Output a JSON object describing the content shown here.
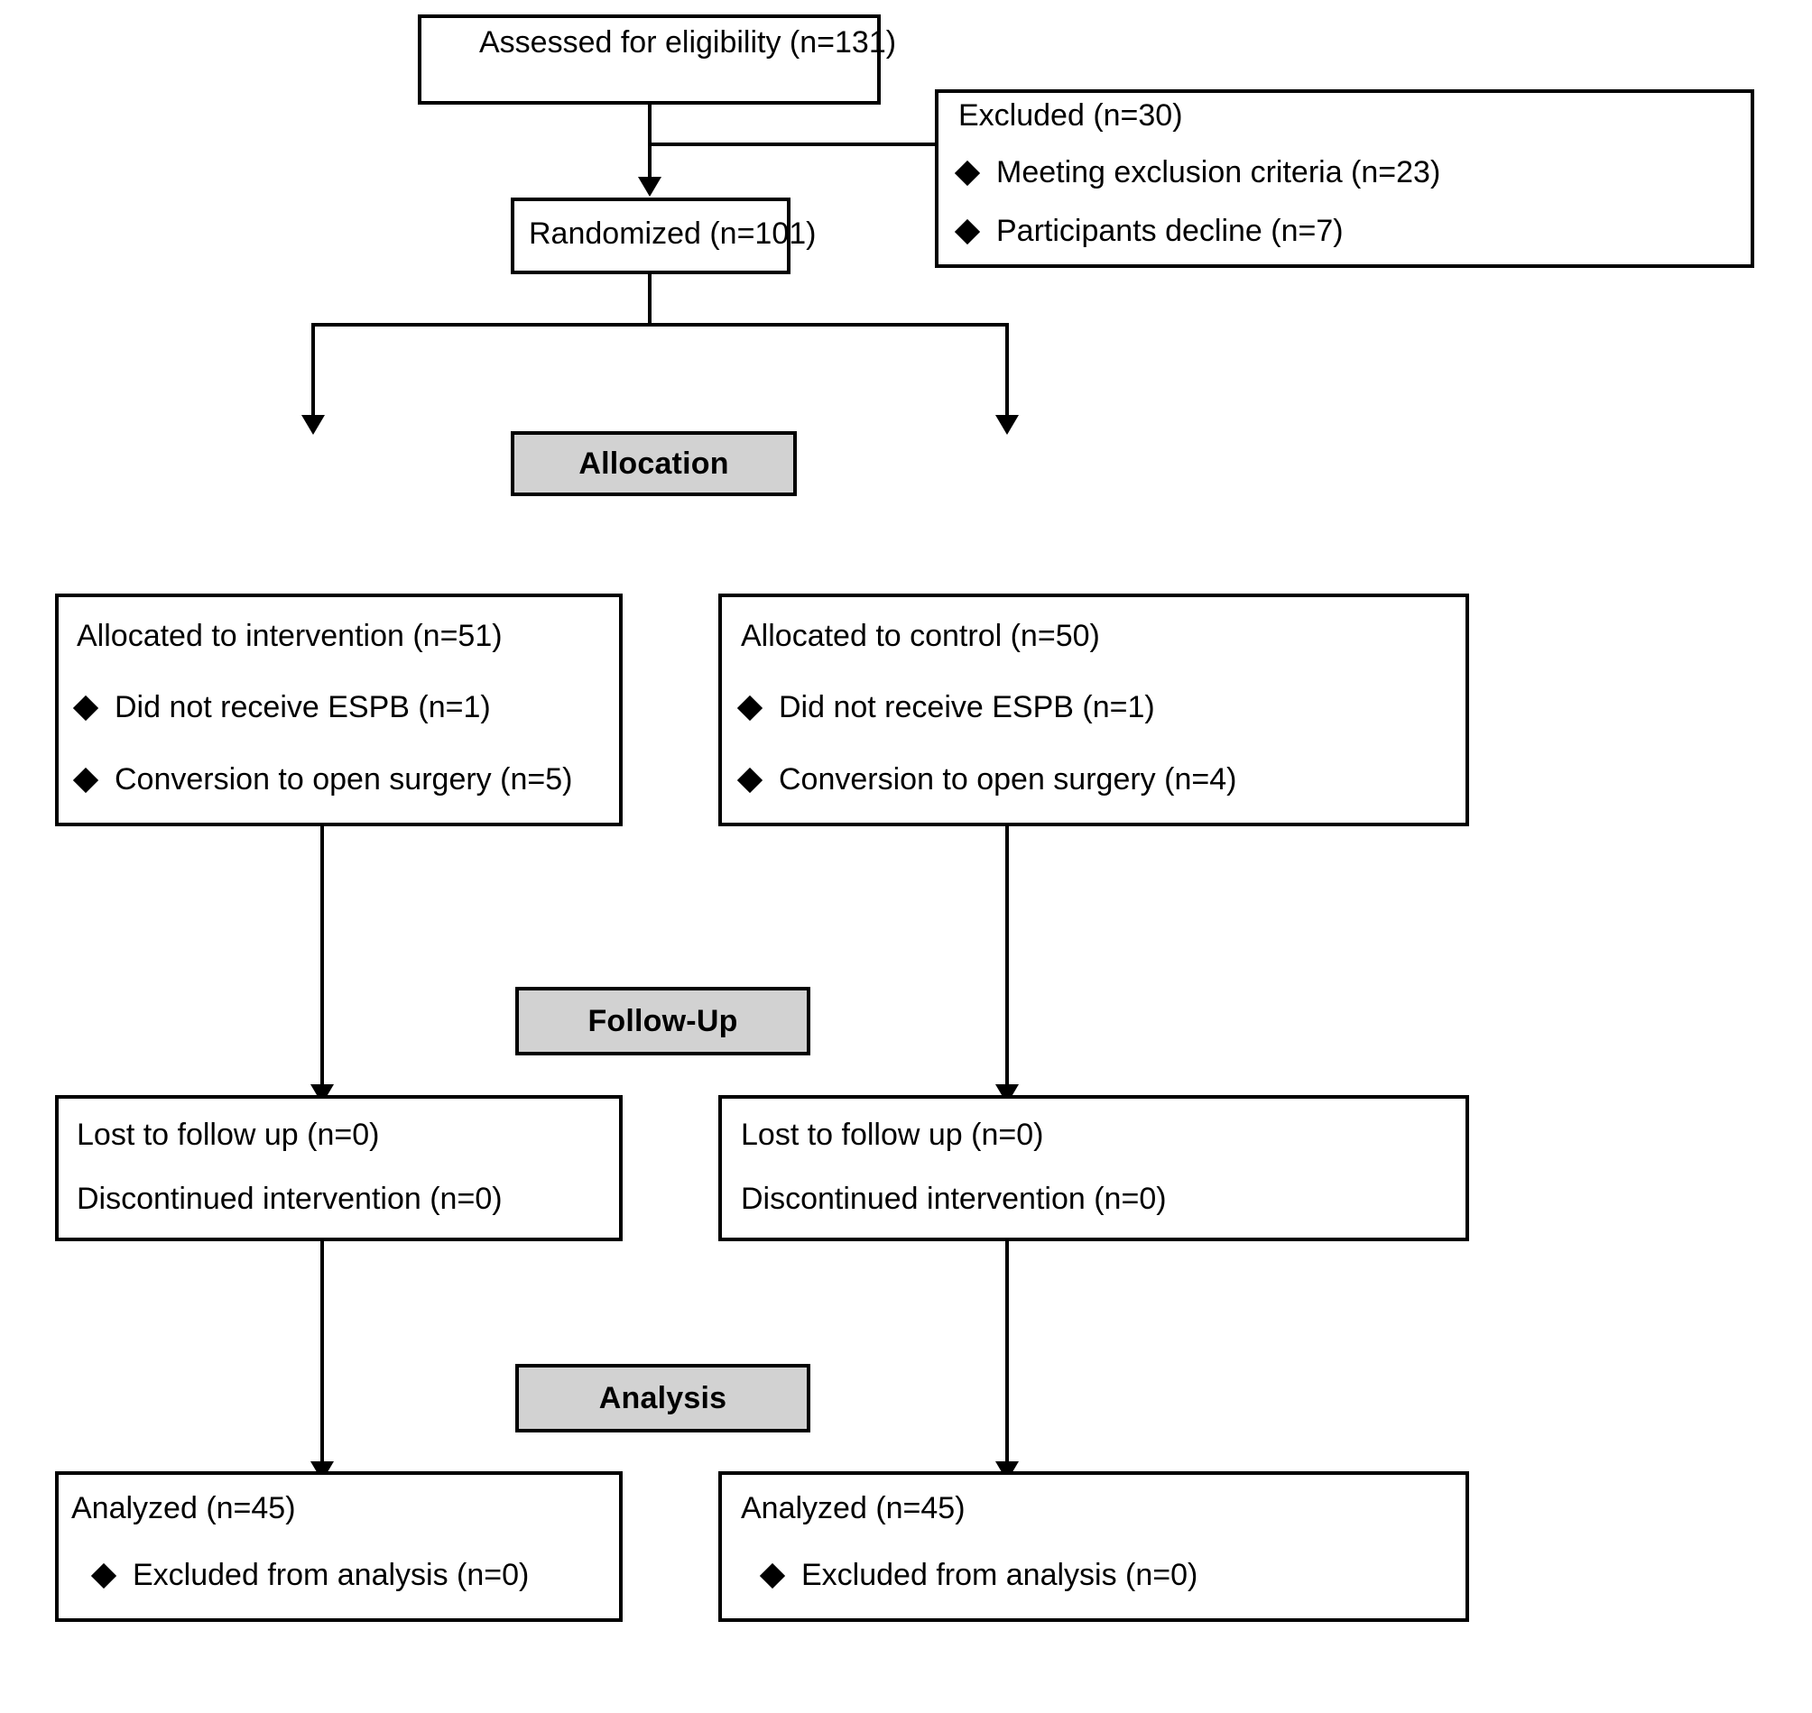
{
  "diagram": {
    "type": "consort-flow-diagram",
    "title": "CONSORT participant flow",
    "colors": {
      "stroke": "#000000",
      "background": "#ffffff",
      "band_fill": "#d2d2d2"
    },
    "nodes": {
      "assessed": {
        "label": "Assessed for eligibility (n=131)",
        "n": 131
      },
      "excluded": {
        "label": "Excluded (n=30)",
        "n": 30,
        "reasons": [
          {
            "label": "Meeting exclusion criteria (n=23)",
            "n": 23
          },
          {
            "label": "Participants decline (n=7)",
            "n": 7
          }
        ]
      },
      "randomized": {
        "label": "Randomized (n=101)",
        "n": 101
      },
      "allocation_band": {
        "label": "Allocation"
      },
      "followup_band": {
        "label": "Follow-Up"
      },
      "analysis_band": {
        "label": "Analysis"
      },
      "alloc_left": {
        "label": "Allocated to intervention (n=51)",
        "n": 51,
        "items": [
          {
            "label": "Did not receive ESPB (n=1)",
            "n": 1
          },
          {
            "label": "Conversion to open surgery (n=5)",
            "n": 5
          }
        ]
      },
      "alloc_right": {
        "label": "Allocated to control (n=50)",
        "n": 50,
        "items": [
          {
            "label": "Did not receive ESPB (n=1)",
            "n": 1
          },
          {
            "label": "Conversion to open surgery (n=4)",
            "n": 4
          }
        ]
      },
      "followup_left": {
        "lines": [
          "Lost to follow up (n=0)",
          "Discontinued intervention (n=0)"
        ]
      },
      "followup_right": {
        "lines": [
          "Lost to follow up (n=0)",
          "Discontinued intervention (n=0)"
        ]
      },
      "analysis_left": {
        "label": "Analyzed (n=45)",
        "n": 45,
        "items": [
          {
            "label": "Excluded from analysis (n=0)",
            "n": 0
          }
        ]
      },
      "analysis_right": {
        "label": "Analyzed (n=45)",
        "n": 45,
        "items": [
          {
            "label": "Excluded from analysis (n=0)",
            "n": 0
          }
        ]
      }
    }
  }
}
